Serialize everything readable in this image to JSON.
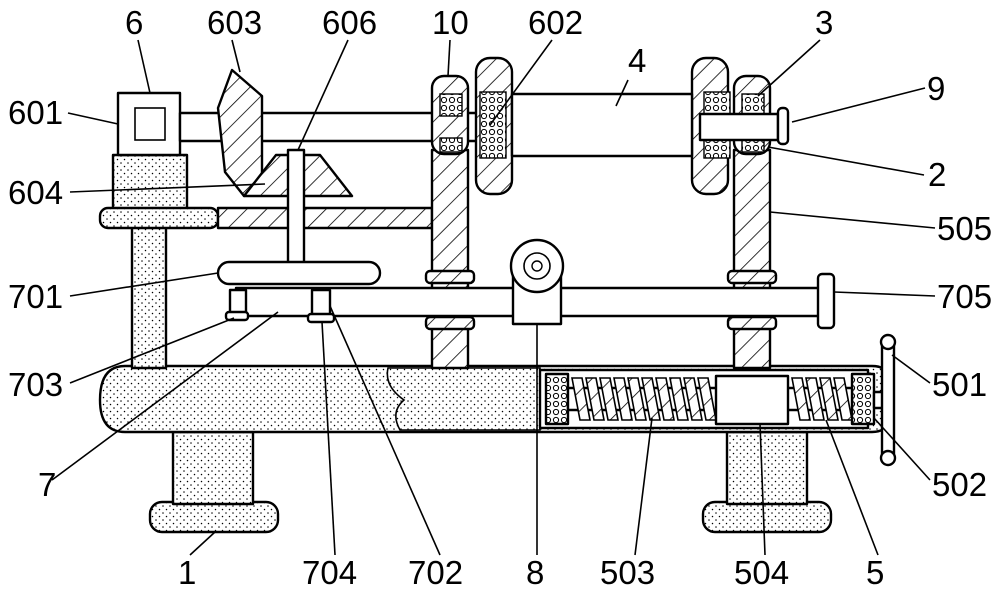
{
  "figure": {
    "labels": {
      "l6": "6",
      "l603": "603",
      "l606": "606",
      "l10": "10",
      "l602": "602",
      "l4": "4",
      "l3": "3",
      "l601": "601",
      "l9": "9",
      "l604": "604",
      "l2": "2",
      "l505": "505",
      "l701": "701",
      "l705": "705",
      "l501": "501",
      "l703": "703",
      "l502": "502",
      "l7": "7",
      "l1": "1",
      "l704": "704",
      "l702": "702",
      "l8": "8",
      "l503": "503",
      "l504": "504",
      "l5": "5"
    }
  }
}
